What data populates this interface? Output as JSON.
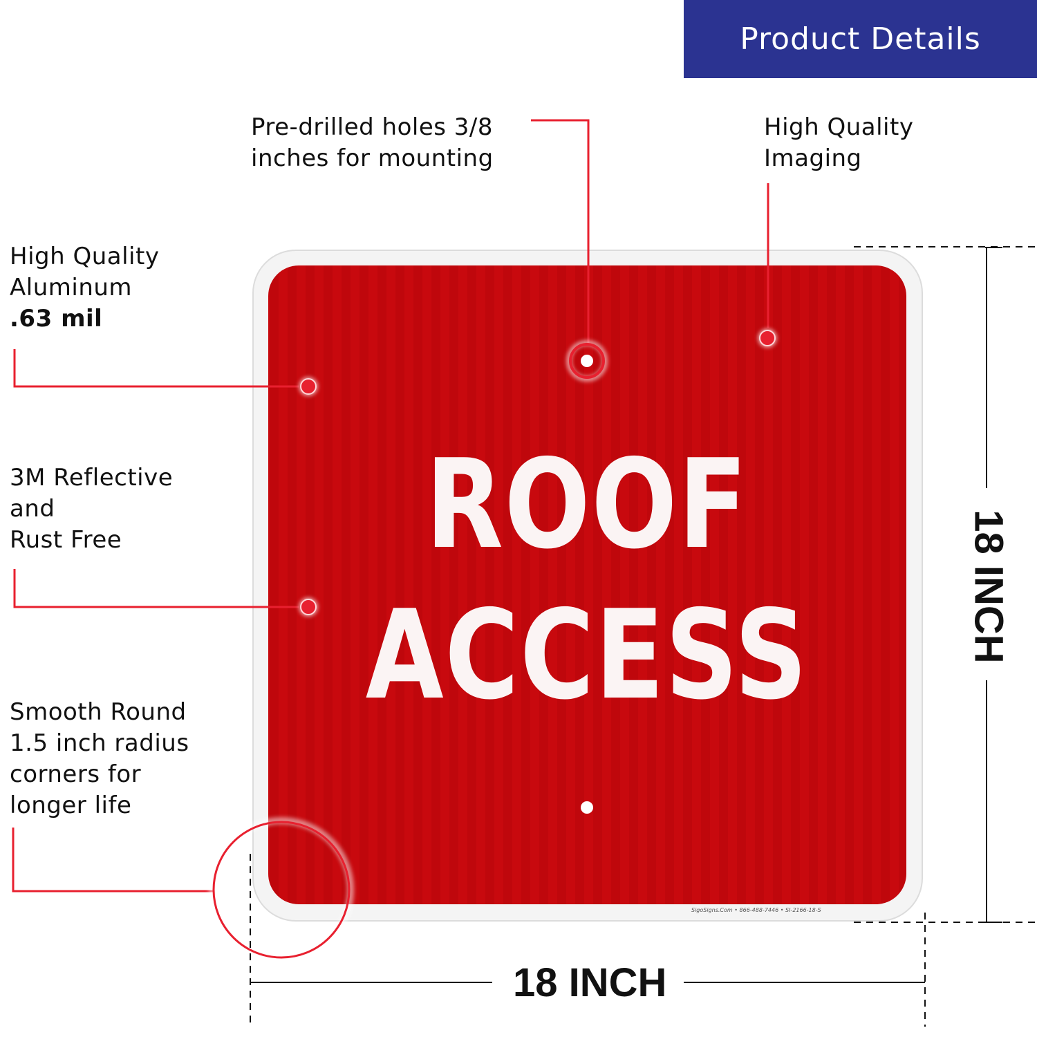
{
  "header": {
    "title": "Product Details"
  },
  "callouts": {
    "mounting": {
      "lines": [
        "Pre-drilled holes 3/8",
        "inches for mounting"
      ]
    },
    "imaging": {
      "lines": [
        "High Quality",
        "Imaging"
      ]
    },
    "aluminum": {
      "lines": [
        "High Quality",
        "Aluminum"
      ],
      "bold": ".63 mil"
    },
    "reflective": {
      "lines": [
        "3M Reflective",
        "and",
        "Rust Free"
      ]
    },
    "corners": {
      "lines": [
        "Smooth Round",
        "1.5 inch radius",
        "corners for",
        "longer life"
      ]
    }
  },
  "sign": {
    "line1": "ROOF",
    "line2": "ACCESS",
    "fineprint": "SigoSigns.Com • 866-488-7446 • SI-2166-18-S",
    "background_color": "#c8090e",
    "border_color": "#f2f2f2"
  },
  "dimensions": {
    "width": "18 INCH",
    "height": "18 INCH"
  },
  "colors": {
    "banner": "#2b3391",
    "callout": "#e8202f"
  }
}
